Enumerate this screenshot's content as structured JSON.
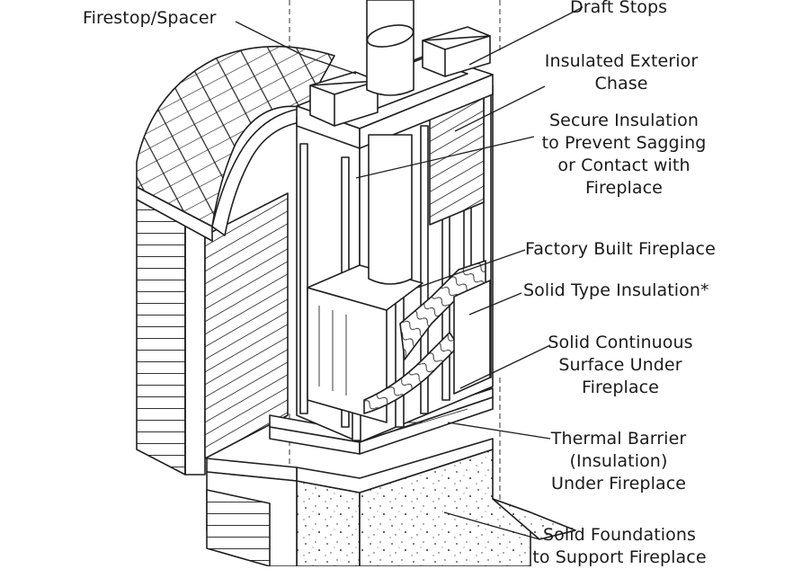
{
  "labels": {
    "firestop": "Firestop/Spacer",
    "draft_stops": "Draft Stops",
    "insulated_chase": "Insulated Exterior\nChase",
    "secure_insulation": "Secure Insulation\nto Prevent Sagging\nor Contact with\nFireplace",
    "factory_fireplace": "Factory Built Fireplace",
    "solid_insulation": "Solid Type Insulation*",
    "continuous_surface": "Solid Continuous\nSurface Under\nFireplace",
    "thermal_barrier": "Thermal Barrier\n(Insulation)\nUnder Fireplace",
    "foundations": "Solid Foundations\nto Support Fireplace"
  }
}
